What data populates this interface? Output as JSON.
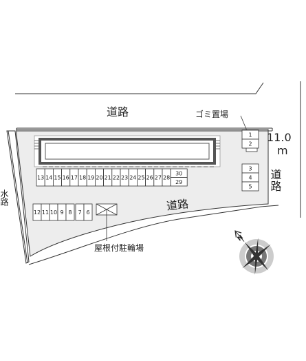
{
  "labels": {
    "road_top": "道路",
    "road_bottom": "道路",
    "road_right_width": "11.0",
    "road_right_unit": "m",
    "road_right_name": "道路",
    "waterway": "水路",
    "garbage": "ゴミ置場",
    "covered_bicycle_parking": "屋根付駐輪場"
  },
  "slots": {
    "right": [
      "1",
      "2",
      "3",
      "4",
      "5"
    ],
    "row_top": [
      "13",
      "14",
      "15",
      "16",
      "17",
      "18",
      "19",
      "20",
      "21",
      "22",
      "23",
      "24",
      "25",
      "26",
      "27",
      "28"
    ],
    "stack_30": "30",
    "stack_29": "29",
    "row_bottom": [
      "12",
      "11",
      "10",
      "9",
      "8",
      "7",
      "6"
    ]
  },
  "compass": {
    "north_symbol": "N"
  },
  "colors": {
    "lot_fill": "#ededed",
    "building_outline": "#555555",
    "line": "#333333",
    "compass_dark": "#666666",
    "compass_light": "#cccccc"
  }
}
